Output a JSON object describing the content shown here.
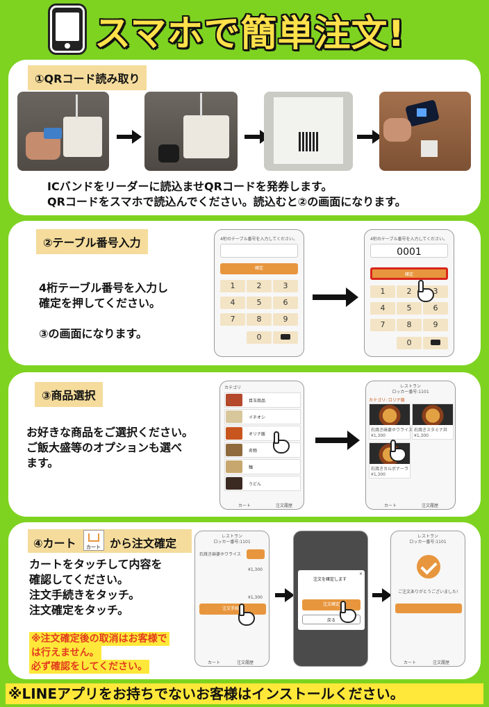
{
  "header": {
    "title": "スマホで簡単注文!"
  },
  "step1": {
    "label": "①QRコード読み取り",
    "text": "ICバンドをリーダーに読込ませQRコードを発券します。\nQRコードをスマホで読込んでください。読込むと②の画面になります。"
  },
  "step2": {
    "label": "②テーブル番号入力",
    "text": "4桁テーブル番号を入力し\n確定を押してください。\n\n③の画面になります。",
    "screen_prompt": "4桁のテーブル番号を入力してください。",
    "confirm": "確定",
    "entered_value": "0001",
    "keys": [
      "1",
      "2",
      "3",
      "4",
      "5",
      "6",
      "7",
      "8",
      "9",
      "0"
    ]
  },
  "step3": {
    "label": "③商品選択",
    "text": "お好きな商品をご選択ください。\nご飯大盛等のオプションも選べ\nます。",
    "category_title": "カテゴリ",
    "categories": [
      "目玉商品",
      "イチオシ",
      "オリナ飯",
      "名物",
      "麺",
      "うどん"
    ],
    "menu_header": "レストラン\nロッカー番号:1101",
    "subcategory": "カテゴリ: ロリナ飯",
    "foods": [
      {
        "name": "石焼き麻婆ホワライス",
        "price": "¥1,300"
      },
      {
        "name": "石焼きスタミナ丼",
        "price": "¥1,300"
      },
      {
        "name": "石焼きカルボナーラ",
        "price": "¥1,300"
      }
    ],
    "nav_cart": "カート",
    "nav_history": "注文履歴"
  },
  "step4": {
    "label_pre": "④カート",
    "cart_icon_label": "カート",
    "label_post": "から注文確定",
    "text": "カートをタッチして内容を\n確認してください。\n注文手続きをタッチ。\n注文確定をタッチ。",
    "warning_lines": [
      "※注文確定後の取消はお客様で",
      "は行えません。",
      "必ず確認をしてください。"
    ],
    "cart_item": "石焼き麻婆ホワライス",
    "cart_price": "¥1,300",
    "cart_total": "¥1,300",
    "order_button": "注文手続き",
    "dialog_title": "注文を確定します",
    "dialog_confirm": "注文確定",
    "dialog_back": "戻る",
    "thanks": "ご注文ありがとうございました!"
  },
  "footer": {
    "text": "※LINEアプリをお持ちでないお客様はインストールください。"
  },
  "colors": {
    "background": "#7ed321",
    "badge": "#f5dc9c",
    "accent": "#e8963e",
    "warning": "#e23c1e",
    "highlight": "#ffe83a",
    "title": "#ffe14a"
  }
}
